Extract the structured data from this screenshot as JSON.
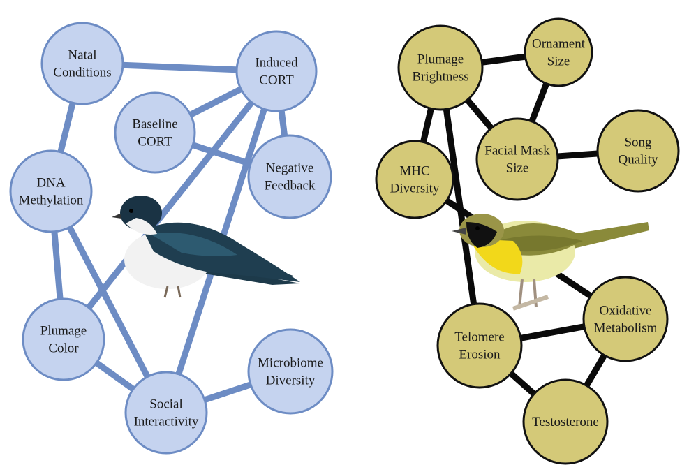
{
  "left_network": {
    "colors": {
      "node_fill": "#c5d3ef",
      "node_stroke": "#6d8cc4",
      "edge": "#6d8cc4"
    },
    "nodes": [
      {
        "id": "natal",
        "lines": [
          "Natal",
          "Conditions"
        ]
      },
      {
        "id": "induced",
        "lines": [
          "Induced",
          "CORT"
        ]
      },
      {
        "id": "baseline",
        "lines": [
          "Baseline",
          "CORT"
        ]
      },
      {
        "id": "negfb",
        "lines": [
          "Negative",
          "Feedback"
        ]
      },
      {
        "id": "dna",
        "lines": [
          "DNA",
          "Methylation"
        ]
      },
      {
        "id": "plumage_color",
        "lines": [
          "Plumage",
          "Color"
        ]
      },
      {
        "id": "social",
        "lines": [
          "Social",
          "Interactivity"
        ]
      },
      {
        "id": "microbiome",
        "lines": [
          "Microbiome",
          "Diversity"
        ]
      }
    ],
    "edges": [
      [
        "natal",
        "induced"
      ],
      [
        "natal",
        "dna"
      ],
      [
        "baseline",
        "induced"
      ],
      [
        "baseline",
        "negfb"
      ],
      [
        "induced",
        "negfb"
      ],
      [
        "induced",
        "plumage_color"
      ],
      [
        "induced",
        "social"
      ],
      [
        "dna",
        "plumage_color"
      ],
      [
        "dna",
        "social"
      ],
      [
        "plumage_color",
        "social"
      ],
      [
        "social",
        "microbiome"
      ]
    ]
  },
  "right_network": {
    "colors": {
      "node_fill": "#d4c978",
      "node_stroke": "#111111",
      "edge": "#0a0a0a"
    },
    "nodes": [
      {
        "id": "plumage_bright",
        "lines": [
          "Plumage",
          "Brightness"
        ]
      },
      {
        "id": "ornament",
        "lines": [
          "Ornament",
          "Size"
        ]
      },
      {
        "id": "facial",
        "lines": [
          "Facial Mask",
          "Size"
        ]
      },
      {
        "id": "song",
        "lines": [
          "Song",
          "Quality"
        ]
      },
      {
        "id": "mhc",
        "lines": [
          "MHC",
          "Diversity"
        ]
      },
      {
        "id": "oxidative",
        "lines": [
          "Oxidative",
          "Metabolism"
        ]
      },
      {
        "id": "telomere",
        "lines": [
          "Telomere",
          "Erosion"
        ]
      },
      {
        "id": "testosterone",
        "lines": [
          "Testosterone"
        ]
      }
    ],
    "edges": [
      [
        "plumage_bright",
        "ornament"
      ],
      [
        "plumage_bright",
        "facial"
      ],
      [
        "plumage_bright",
        "mhc"
      ],
      [
        "plumage_bright",
        "telomere"
      ],
      [
        "ornament",
        "facial"
      ],
      [
        "facial",
        "song"
      ],
      [
        "mhc",
        "oxidative"
      ],
      [
        "telomere",
        "oxidative"
      ],
      [
        "telomere",
        "testosterone"
      ],
      [
        "oxidative",
        "testosterone"
      ]
    ]
  },
  "illustrations": [
    {
      "name": "tree-swallow-illustration",
      "colors": {
        "back": "#1d3a4a",
        "belly": "#f2f2f2"
      }
    },
    {
      "name": "common-yellowthroat-illustration",
      "colors": {
        "back": "#8a8a3a",
        "throat": "#f2d81a",
        "mask": "#111111"
      }
    }
  ]
}
